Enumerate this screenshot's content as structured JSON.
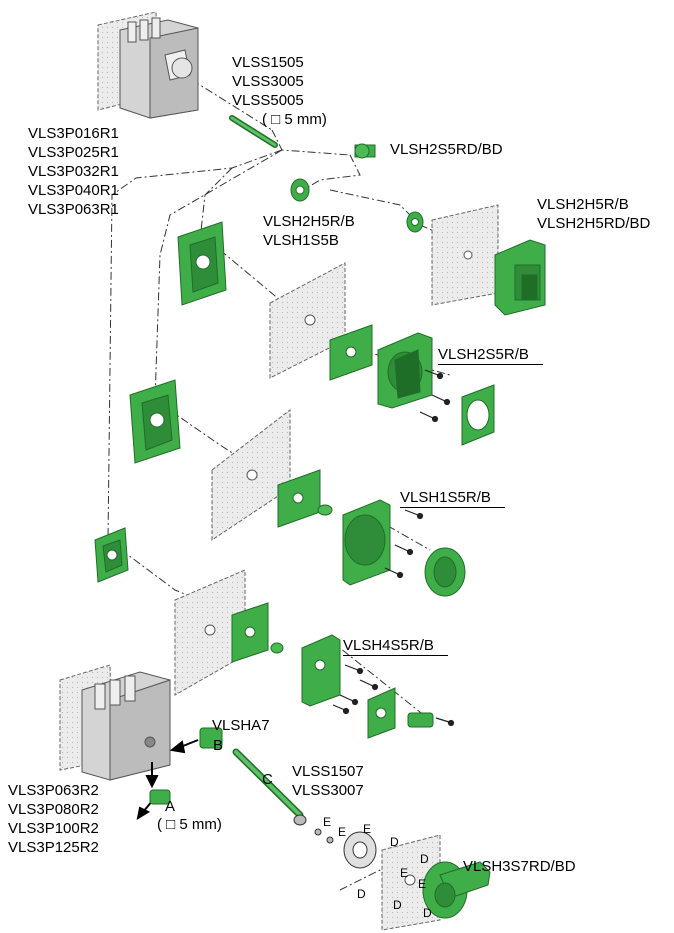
{
  "labels": {
    "shaft_top": [
      "VLSS1505",
      "VLSS3005",
      "VLSS5005"
    ],
    "shaft_top_size": "( □ 5 mm)",
    "switch_top": [
      "VLS3P016R1",
      "VLS3P025R1",
      "VLS3P032R1",
      "VLS3P040R1",
      "VLS3P063R1"
    ],
    "vlsh2s5rdbd": "VLSH2S5RD/BD",
    "vlsh2h5rb_mid": [
      "VLSH2H5R/B",
      "VLSH1S5B"
    ],
    "vlsh2h5rb_right": [
      "VLSH2H5R/B",
      "VLSH2H5RD/BD"
    ],
    "vlsh2s5rb": "VLSH2S5R/B",
    "vlsh1s5rb": "VLSH1S5R/B",
    "vlsh4s5rb": "VLSH4S5R/B",
    "vlsha7": "VLSHA7",
    "letter_b": "B",
    "letter_c": "C",
    "letter_a": "A",
    "shaft_bottom": [
      "VLSS1507",
      "VLSS3007"
    ],
    "shaft_bottom_size": "( □ 5 mm)",
    "switch_bottom": [
      "VLS3P063R2",
      "VLS3P080R2",
      "VLS3P100R2",
      "VLS3P125R2"
    ],
    "vlsh3s7rdbd": "VLSH3S7RD/BD",
    "small_e": "E",
    "small_d": "D"
  },
  "colors": {
    "green": "#3fae49",
    "green_dark": "#1f6e27",
    "panel": "#e9e9e9",
    "switch_grey": "#cfcfcf"
  }
}
